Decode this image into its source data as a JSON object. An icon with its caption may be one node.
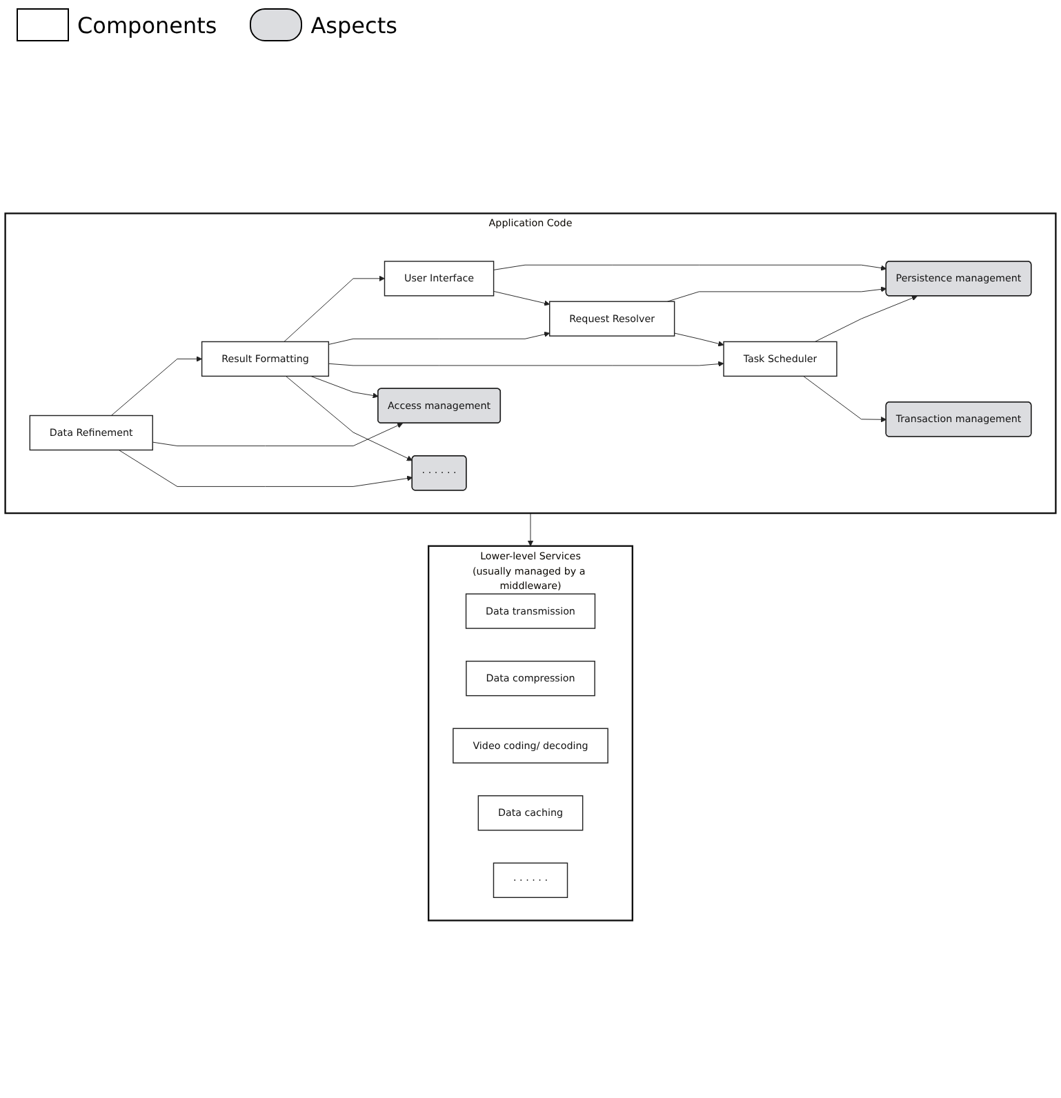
{
  "diagram": {
    "nodes": [
      {
        "text": [
          "Application Code"
        ]
      },
      {
        "text": [
          "User Interface"
        ],
        "in": 0
      },
      {
        "text": [
          "Request Resolver"
        ],
        "in": 0
      },
      {
        "text": [
          "Task Scheduler"
        ],
        "in": 0
      },
      {
        "text": [
          "Result Formatting"
        ],
        "in": 0
      },
      {
        "text": [
          "Data Refinement"
        ],
        "in": 0
      },
      {
        "text": [
          "Persistence management"
        ],
        "in": 0
      },
      {
        "text": [
          "Transaction management"
        ],
        "in": 0
      },
      {
        "text": [
          "Access management"
        ],
        "in": 0
      },
      {
        "text": [
          "· · · · · ·"
        ],
        "in": 0
      },
      {
        "text": [
          "Lower-level Services",
          "(usually managed by a middleware)"
        ]
      },
      {
        "text": [
          "Data transmission"
        ],
        "in": 10
      },
      {
        "text": [
          "Data compression"
        ],
        "in": 10
      },
      {
        "text": [
          "Video coding/ decoding"
        ],
        "in": 10
      },
      {
        "text": [
          "Data caching"
        ],
        "in": 10
      },
      {
        "text": [
          "· · · · · ·"
        ],
        "in": 10
      }
    ],
    "edges": [
      {
        "from": 1,
        "to": 6,
        "arrow": "to"
      },
      {
        "from": 1,
        "to": 2,
        "arrow": "to"
      },
      {
        "from": 2,
        "to": 6,
        "arrow": "to"
      },
      {
        "from": 2,
        "to": 3,
        "arrow": "to"
      },
      {
        "from": 3,
        "to": 6,
        "arrow": "to"
      },
      {
        "from": 3,
        "to": 7,
        "arrow": "to"
      },
      {
        "from": 4,
        "to": 1,
        "arrow": "to"
      },
      {
        "from": 4,
        "to": 2,
        "arrow": "to"
      },
      {
        "from": 4,
        "to": 3,
        "arrow": "to"
      },
      {
        "from": 4,
        "to": 8,
        "arrow": "to"
      },
      {
        "from": 4,
        "to": 9,
        "arrow": "to"
      },
      {
        "from": 5,
        "to": 4,
        "arrow": "to"
      },
      {
        "from": 5,
        "to": 8,
        "arrow": "to"
      },
      {
        "from": 5,
        "to": 9,
        "arrow": "to"
      },
      {
        "from": 0,
        "to": 10,
        "arrow": "to"
      }
    ],
    "legend": [
      {
        "text": "Components"
      },
      {
        "text": "Aspects"
      }
    ]
  }
}
